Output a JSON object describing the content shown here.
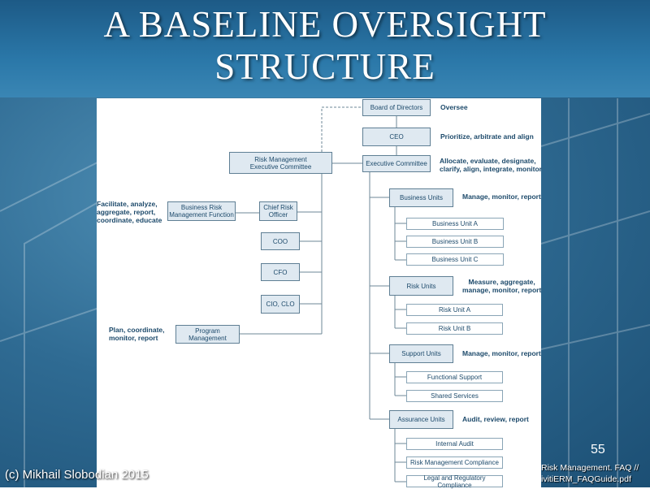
{
  "slide": {
    "title_line1": "A BASELINE OVERSIGHT",
    "title_line2": "STRUCTURE",
    "page_number": "55",
    "footer_left": "(c) Mikhail Slobodian 2015",
    "source_line1": "Risk Management. FAQ //",
    "source_line2": "ivitiERM_FAQGuide.pdf"
  },
  "colors": {
    "box_fill": "#dfe9f1",
    "box_border": "#5f7f94",
    "text": "#1d4a6b",
    "background": "#2f6b93"
  },
  "diagram": {
    "board": "Board of Directors",
    "board_note": "Oversee",
    "ceo": "CEO",
    "ceo_note": "Prioritize, arbitrate and align",
    "exec": "Executive Committee",
    "exec_note_line1": "Allocate, evaluate, designate,",
    "exec_note_line2": "clarify, align, integrate, monitor",
    "rmec_line1": "Risk Management",
    "rmec_line2": "Executive Committee",
    "cro_line1": "Chief Risk",
    "cro_line2": "Officer",
    "brm_line1": "Business Risk",
    "brm_line2": "Management Function",
    "brm_note_line1": "Facilitate, analyze,",
    "brm_note_line2": "aggregate, report,",
    "brm_note_line3": "coordinate, educate",
    "coo": "COO",
    "cfo": "CFO",
    "cio": "CIO, CLO",
    "pm_line1": "Program",
    "pm_line2": "Management",
    "pm_note_line1": "Plan, coordinate,",
    "pm_note_line2": "monitor, report",
    "bu": "Business Units",
    "bu_note": "Manage, monitor, report",
    "bu_items": [
      "Business Unit A",
      "Business Unit B",
      "Business Unit C"
    ],
    "ru": "Risk Units",
    "ru_note_line1": "Measure, aggregate,",
    "ru_note_line2": "manage, monitor, report",
    "ru_items": [
      "Risk Unit A",
      "Risk Unit B"
    ],
    "su": "Support Units",
    "su_note": "Manage, monitor, report",
    "su_items": [
      "Functional Support",
      "Shared Services"
    ],
    "au": "Assurance Units",
    "au_note": "Audit, review, report",
    "au_items": [
      "Internal Audit",
      "Risk Management Compliance",
      "Legal and Regulatory Compliance"
    ]
  }
}
